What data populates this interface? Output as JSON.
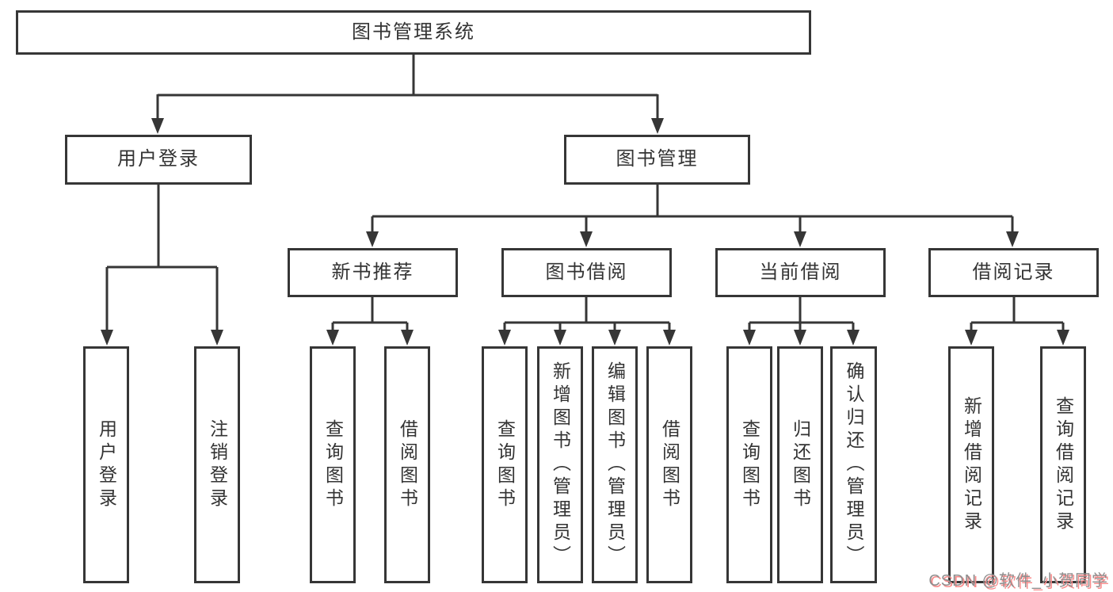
{
  "tree": {
    "root": {
      "label": "图书管理系统"
    },
    "branches": [
      {
        "label": "用户登录",
        "children": [
          {
            "label": "用户登录"
          },
          {
            "label": "注销登录"
          }
        ]
      },
      {
        "label": "图书管理",
        "children": [
          {
            "label": "新书推荐",
            "children": [
              {
                "label": "查询图书"
              },
              {
                "label": "借阅图书"
              }
            ]
          },
          {
            "label": "图书借阅",
            "children": [
              {
                "label": "查询图书"
              },
              {
                "label": "新增图书（管理员）"
              },
              {
                "label": "编辑图书（管理员）"
              },
              {
                "label": "借阅图书"
              }
            ]
          },
          {
            "label": "当前借阅",
            "children": [
              {
                "label": "查询图书"
              },
              {
                "label": "归还图书"
              },
              {
                "label": "确认归还（管理员）"
              }
            ]
          },
          {
            "label": "借阅记录",
            "children": [
              {
                "label": "新增借阅记录"
              },
              {
                "label": "查询借阅记录"
              }
            ]
          }
        ]
      }
    ]
  },
  "watermark": {
    "text": "CSDN @软件_小贺同学"
  },
  "colors": {
    "line": "#363636",
    "text": "#333333",
    "background": "#ffffff",
    "watermark_text": "#8f8f8f",
    "watermark_shadow": "#f98b8b"
  }
}
